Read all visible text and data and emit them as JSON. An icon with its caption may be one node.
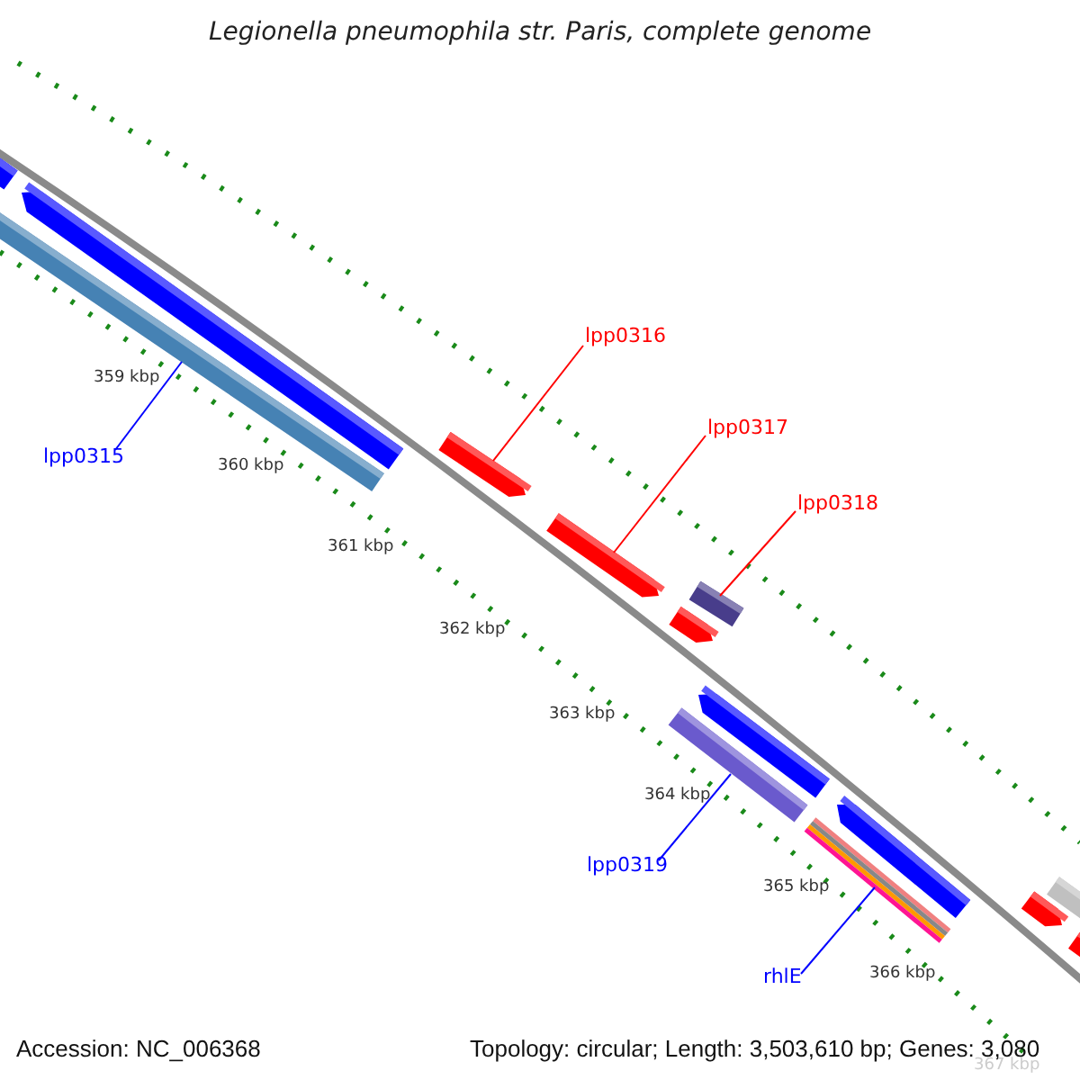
{
  "diagram": {
    "title": "Legionella pneumophila str. Paris, complete genome",
    "nodes": [
      {
        "text": [],
        "shape": "bar"
      },
      {
        "text": [],
        "shape": "bar"
      },
      {
        "text": [],
        "shape": "bar"
      },
      {
        "text": [
          "lpp0316"
        ]
      },
      {
        "text": [],
        "shape": "bar"
      },
      {
        "text": [
          "lpp0317"
        ]
      },
      {
        "text": [
          "lpp0315"
        ]
      },
      {
        "text": [],
        "shape": "bar"
      },
      {
        "text": [
          "lpp0318"
        ]
      },
      {
        "text": [],
        "shape": "bar"
      },
      {
        "text": [],
        "shape": "bar"
      },
      {
        "text": [],
        "shape": "bar"
      },
      {
        "text": [],
        "shape": "bar"
      },
      {
        "text": [],
        "shape": "bar"
      },
      {
        "text": [],
        "shape": "bar"
      },
      {
        "text": [
          "lpp0319"
        ]
      },
      {
        "text": [
          "rhlE"
        ]
      },
      {
        "text": [],
        "shape": "bar"
      },
      {
        "text": [],
        "shape": "bar"
      },
      {
        "text": [],
        "shape": "bar"
      }
    ],
    "edges": [
      {
        "from": 6,
        "to": 2,
        "arrow": "none"
      },
      {
        "from": 3,
        "to": 4,
        "arrow": "none",
        "color": "#ff0000"
      },
      {
        "from": 5,
        "to": 7,
        "arrow": "none",
        "color": "#ff0000"
      },
      {
        "from": 8,
        "to": 9,
        "arrow": "none",
        "color": "#ff0000"
      },
      {
        "from": 15,
        "to": 12,
        "arrow": "none"
      },
      {
        "from": 16,
        "to": 14,
        "arrow": "none"
      }
    ],
    "labels": [
      "359 kbp",
      "360 kbp",
      "361 kbp",
      "362 kbp",
      "363 kbp",
      "364 kbp",
      "365 kbp",
      "366 kbp",
      "Accession: NC_006368",
      "Topology: circular; Length: 3,503,610 bp; Genes: 3,080",
      "367 kbp"
    ]
  }
}
